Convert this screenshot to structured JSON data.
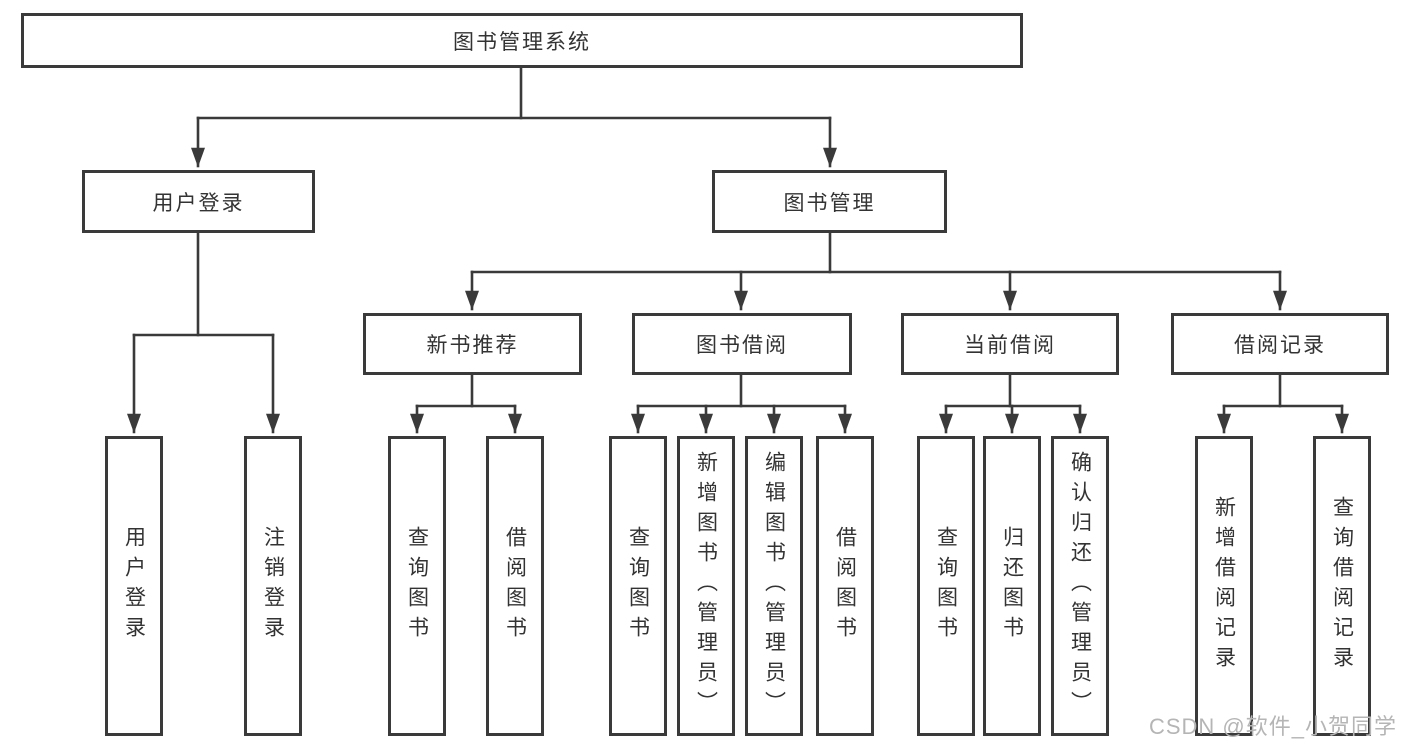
{
  "diagram": {
    "title_node": "图书管理系统",
    "tree": {
      "user_login": {
        "label": "用户登录",
        "children": [
          "用户登录",
          "注销登录"
        ]
      },
      "book_management": {
        "label": "图书管理"
      },
      "new_book_recommend": {
        "label": "新书推荐",
        "children": [
          "查询图书",
          "借阅图书"
        ]
      },
      "book_borrow": {
        "label": "图书借阅",
        "children": [
          "查询图书",
          "新增图书（管理员）",
          "编辑图书（管理员）",
          "借阅图书"
        ]
      },
      "current_borrow": {
        "label": "当前借阅",
        "children": [
          "查询图书",
          "归还图书",
          "确认归还（管理员）"
        ]
      },
      "borrow_records": {
        "label": "借阅记录",
        "children": [
          "新增借阅记录",
          "查询借阅记录"
        ]
      }
    },
    "colors": {
      "line": "#3a3a3a",
      "text": "#333333",
      "box_background": "#ffffff",
      "watermark": "#b5b5b5"
    },
    "watermark": "CSDN @软件_小贺同学"
  }
}
